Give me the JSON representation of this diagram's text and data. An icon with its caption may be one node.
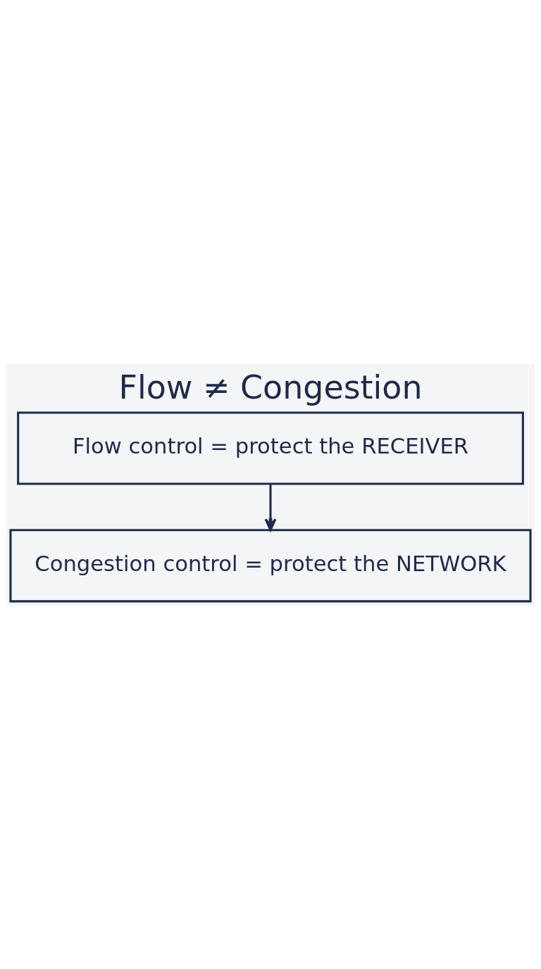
{
  "diagram": {
    "title": "Flow ≠ Congestion",
    "nodes": [
      {
        "text": [
          "Flow control = protect the RECEIVER"
        ]
      },
      {
        "text": [
          "Congestion control = protect the NETWORK"
        ]
      }
    ],
    "edges": [
      {
        "from": 0,
        "to": 1,
        "arrow": "to"
      }
    ]
  }
}
